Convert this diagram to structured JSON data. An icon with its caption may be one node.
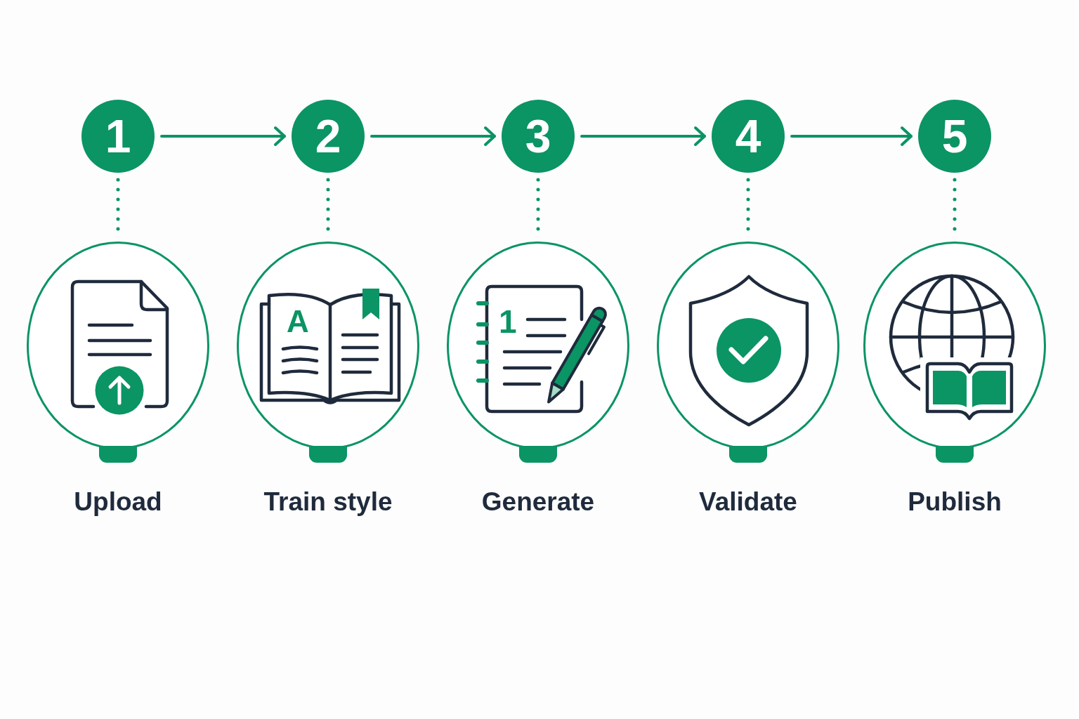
{
  "diagram": {
    "nodes": [
      {
        "text": [
          "1"
        ]
      },
      {
        "text": [
          "2"
        ]
      },
      {
        "text": [
          "3"
        ]
      },
      {
        "text": [
          "4"
        ]
      },
      {
        "text": [
          "5"
        ]
      },
      {
        "text": [
          "Upload"
        ]
      },
      {
        "text": [
          "Train style"
        ]
      },
      {
        "text": [
          "Generate"
        ]
      },
      {
        "text": [
          "Validate"
        ]
      },
      {
        "text": [
          "Publish"
        ]
      }
    ],
    "edges": [
      {
        "from": 0,
        "to": 1,
        "arrow": "to"
      },
      {
        "from": 1,
        "to": 2,
        "arrow": "to"
      },
      {
        "from": 2,
        "to": 3,
        "arrow": "to"
      },
      {
        "from": 3,
        "to": 4,
        "arrow": "to"
      },
      {
        "from": 0,
        "to": 5,
        "arrow": "none",
        "style": "dashed"
      },
      {
        "from": 1,
        "to": 6,
        "arrow": "none",
        "style": "dashed"
      },
      {
        "from": 2,
        "to": 7,
        "arrow": "none",
        "style": "dashed"
      },
      {
        "from": 3,
        "to": 8,
        "arrow": "none",
        "style": "dashed"
      },
      {
        "from": 4,
        "to": 9,
        "arrow": "none",
        "style": "dashed"
      }
    ],
    "labels": [
      "A",
      "1"
    ]
  }
}
